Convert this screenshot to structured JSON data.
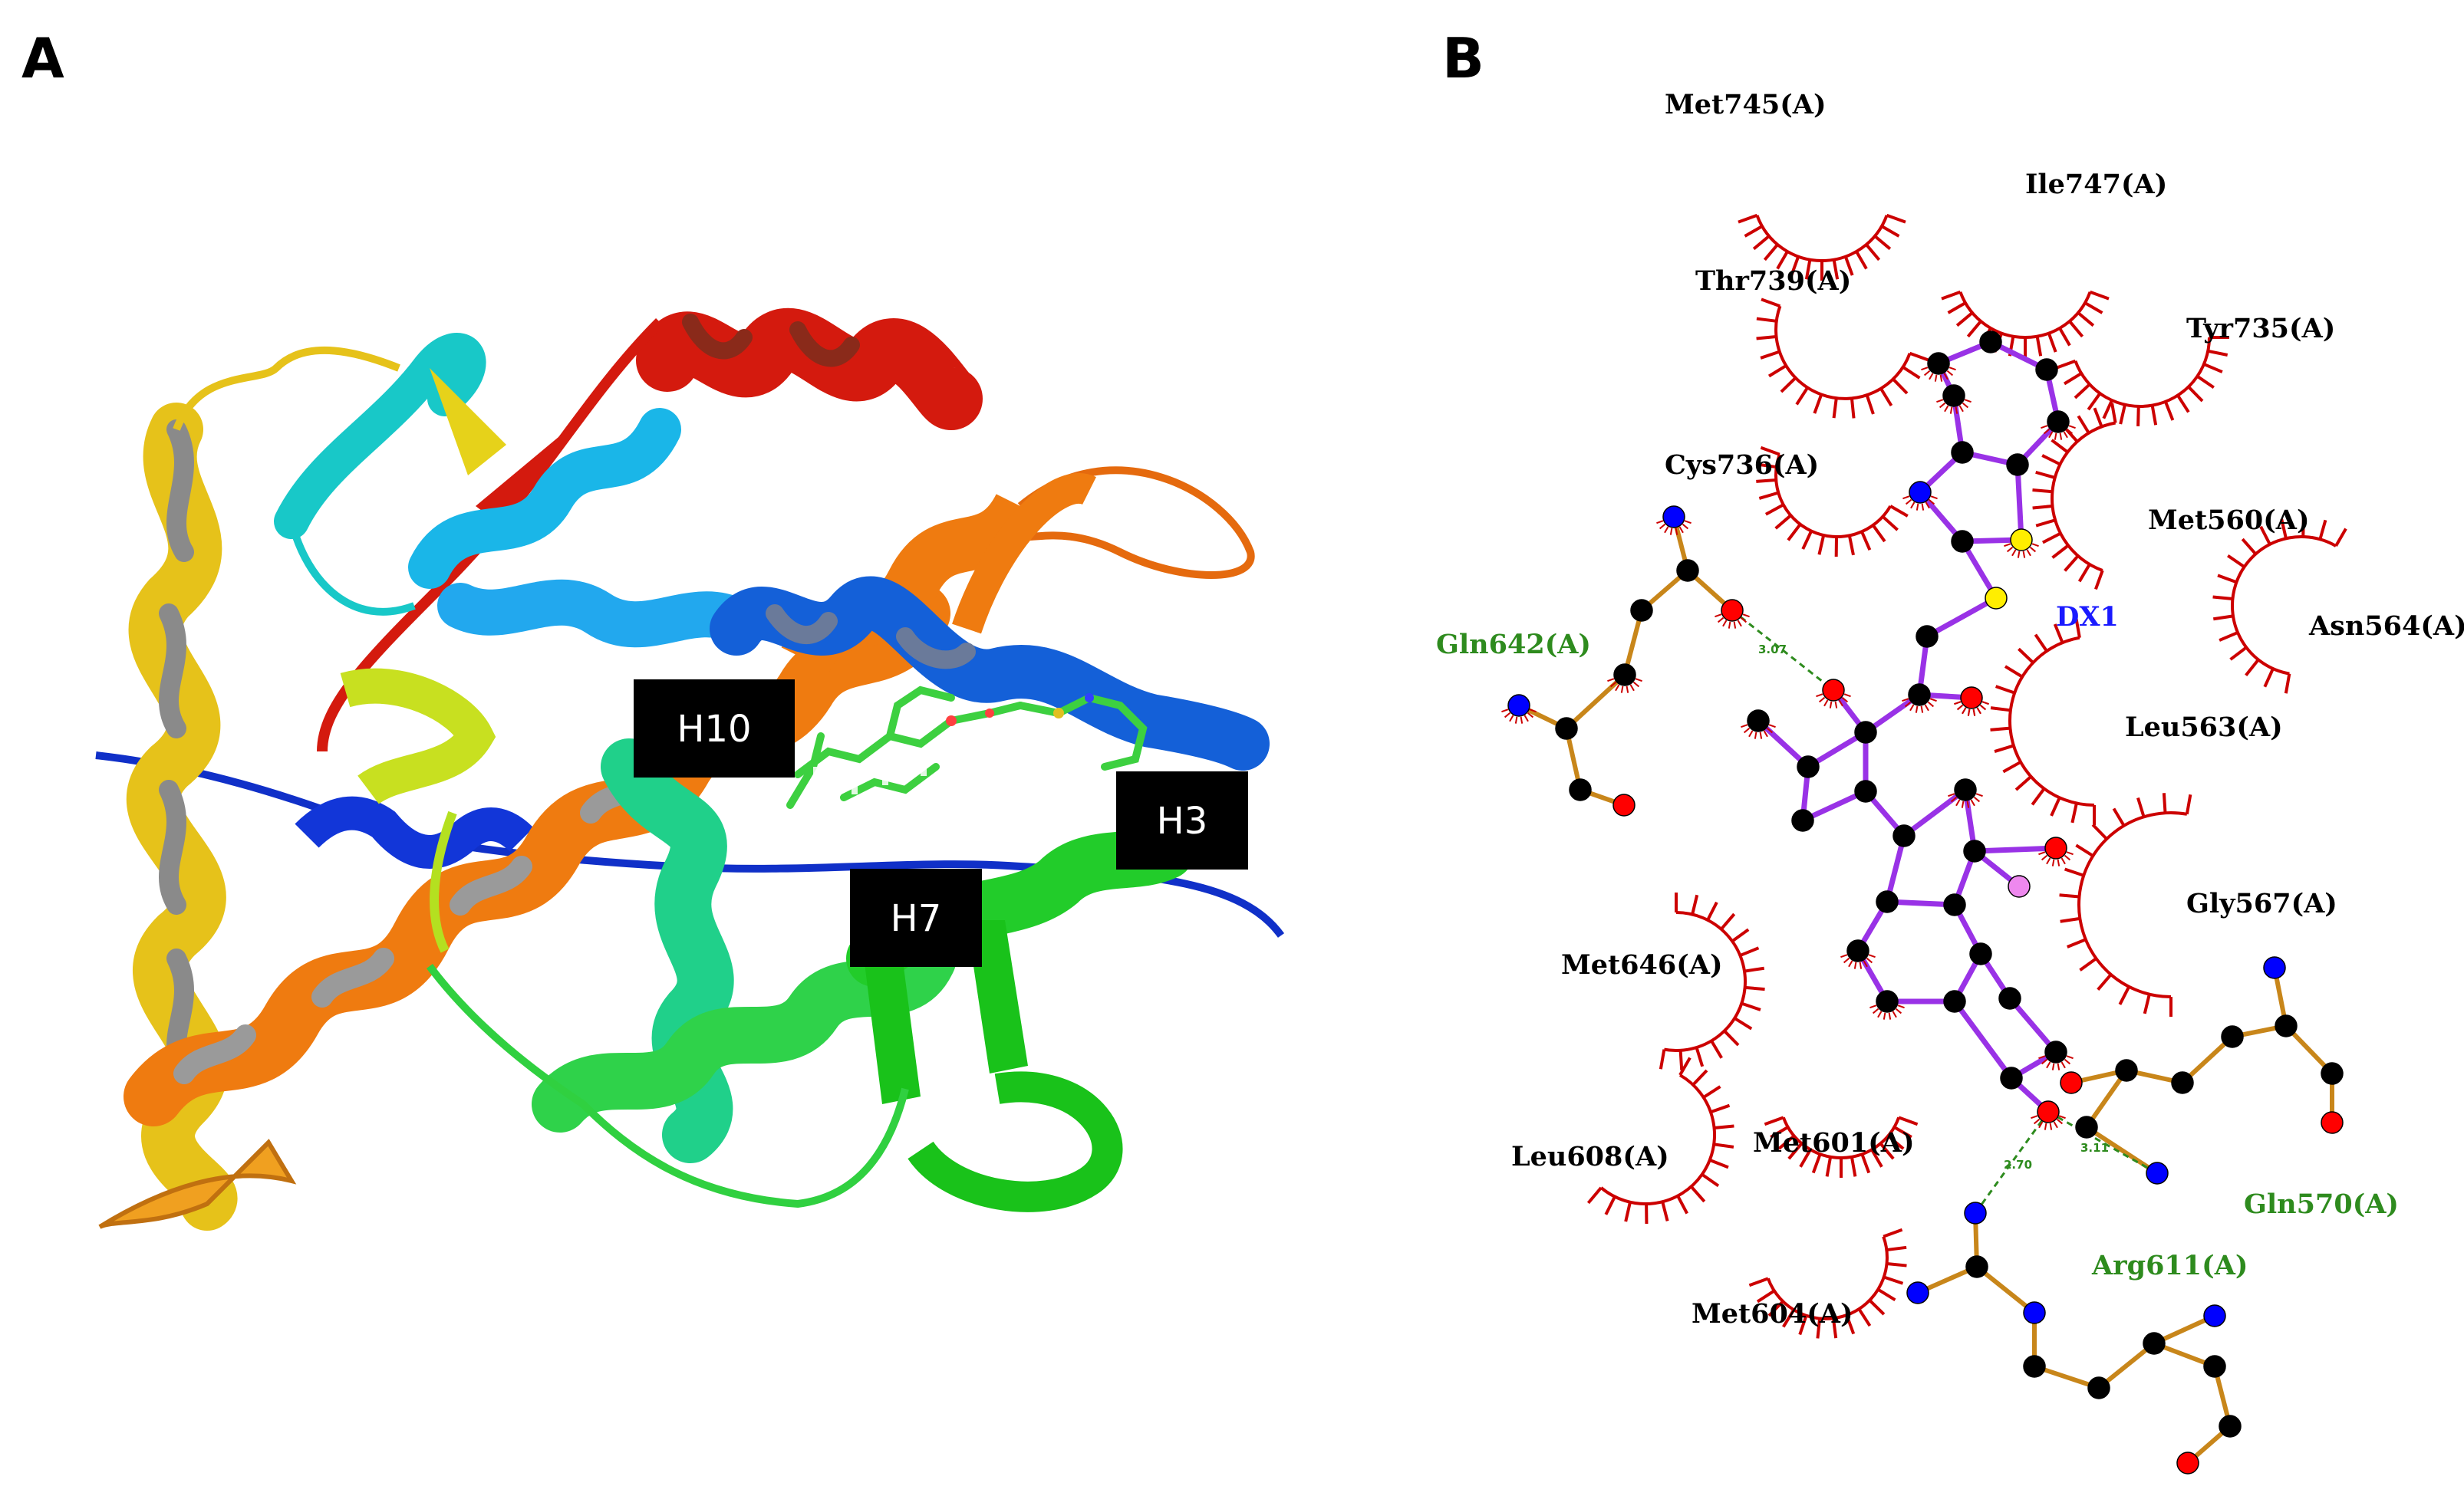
{
  "panels": {
    "a": {
      "letter": "A"
    },
    "b": {
      "letter": "B"
    }
  },
  "helix_labels": [
    "H10",
    "H3",
    "H7"
  ],
  "ligand": {
    "name": "DX1",
    "color": "#1a1aff"
  },
  "hbond_residues": [
    "Gln642(A)",
    "Gln570(A)",
    "Arg611(A)"
  ],
  "hydrophobic_residues": [
    "Met745(A)",
    "Ile747(A)",
    "Thr739(A)",
    "Tyr735(A)",
    "Cys736(A)",
    "Met560(A)",
    "Asn564(A)",
    "Leu563(A)",
    "Gly567(A)",
    "Met646(A)",
    "Leu608(A)",
    "Met601(A)",
    "Met604(A)"
  ],
  "hbond_distances": [
    "3.07",
    "3.11",
    "2.70"
  ],
  "colors": {
    "hbond_residue": "#2e8b1e",
    "hydrophobic_arc": "#cc0000",
    "ligand_bond": "#9932e6",
    "residue_bond": "#c8861a",
    "carbon": "#000000",
    "oxygen": "#ff0000",
    "nitrogen": "#0000ff",
    "sulfur": "#ffee00",
    "fluorine": "#ee88ee",
    "hbond_line": "#2e8b1e"
  }
}
